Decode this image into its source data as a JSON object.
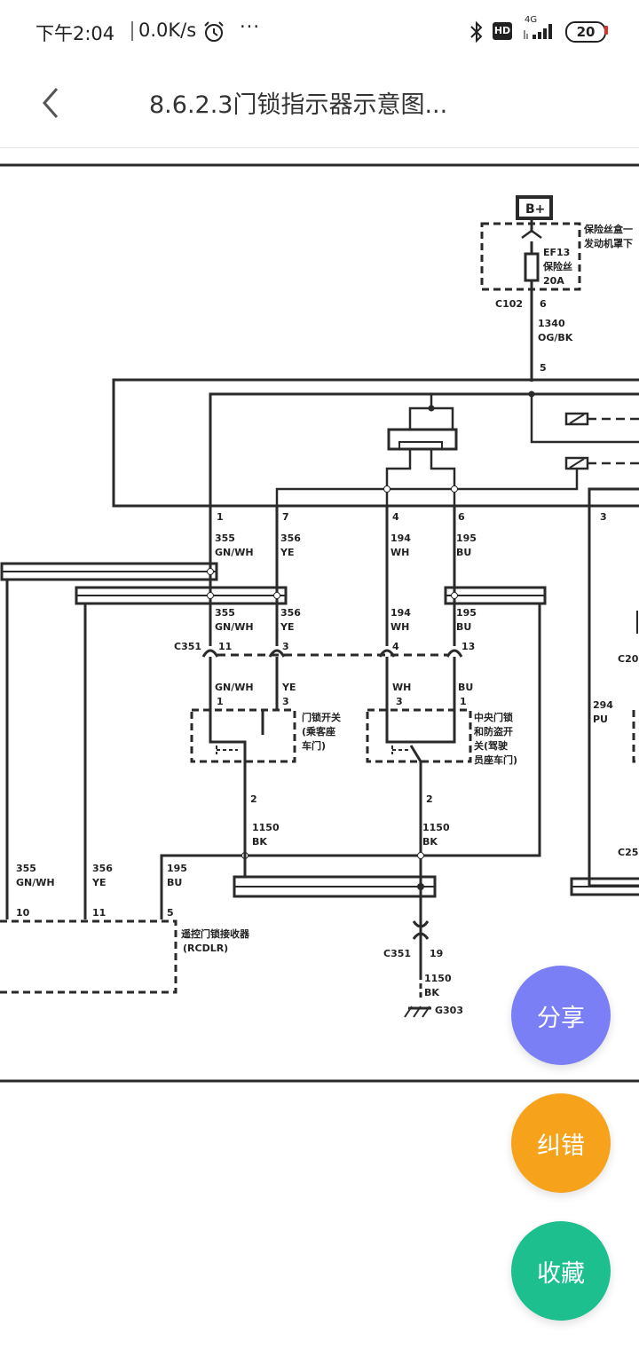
{
  "status_bar": {
    "time": "下午2:04",
    "speed": "0.0K/s",
    "more": "···",
    "hd": "HD",
    "network": "4G",
    "battery": "20"
  },
  "header": {
    "title": "8.6.2.3门锁指示器示意图..."
  },
  "diagram": {
    "b_plus": "B+",
    "fuse_box": [
      "保险丝盒一",
      "发动机罩下"
    ],
    "fuse_id": "EF13",
    "fuse_label": "保险丝",
    "fuse_rating": "20A",
    "c102": "C102",
    "c102_pin": "6",
    "wire_1340": "1340",
    "wire_1340_color": "OG/BK",
    "pin_5": "5",
    "top_pins": [
      "1",
      "7",
      "4",
      "6",
      "3"
    ],
    "wires_upper": [
      {
        "num": "355",
        "color": "GN/WH"
      },
      {
        "num": "356",
        "color": "YE"
      },
      {
        "num": "194",
        "color": "WH"
      },
      {
        "num": "195",
        "color": "BU"
      }
    ],
    "wires_lower": [
      {
        "num": "355",
        "color": "GN/WH"
      },
      {
        "num": "356",
        "color": "YE"
      },
      {
        "num": "194",
        "color": "WH"
      },
      {
        "num": "195",
        "color": "BU"
      }
    ],
    "c351": "C351",
    "c351_pins": [
      "11",
      "3",
      "4",
      "13"
    ],
    "switch_wires": [
      {
        "color": "GN/WH",
        "pin": "1"
      },
      {
        "color": "YE",
        "pin": "3"
      },
      {
        "color": "WH",
        "pin": "3"
      },
      {
        "color": "BU",
        "pin": "1"
      }
    ],
    "door_switch": [
      "门锁开关",
      "(乘客座",
      "车门)"
    ],
    "central_switch": [
      "中央门锁",
      "和防盗开",
      "关(驾驶",
      "员座车门)"
    ],
    "pin_2": "2",
    "wire_1150": "1150",
    "wire_bk": "BK",
    "bottom_wires": [
      {
        "num": "355",
        "color": "GN/WH"
      },
      {
        "num": "356",
        "color": "YE"
      },
      {
        "num": "195",
        "color": "BU"
      }
    ],
    "receiver_pins": [
      "10",
      "11",
      "5"
    ],
    "receiver": [
      "遥控门锁接收器",
      "(RCDLR)"
    ],
    "c351_pin_19": "19",
    "ground": "G303",
    "right_wire_num": "294",
    "right_wire_color": "PU",
    "right_c_top": "C20",
    "right_c_bottom": "C25"
  },
  "actions": {
    "share": "分享",
    "report": "纠错",
    "collect": "收藏"
  },
  "colors": {
    "share": "#7b7ff5",
    "report": "#f6a21b",
    "collect": "#1dbf8f"
  }
}
